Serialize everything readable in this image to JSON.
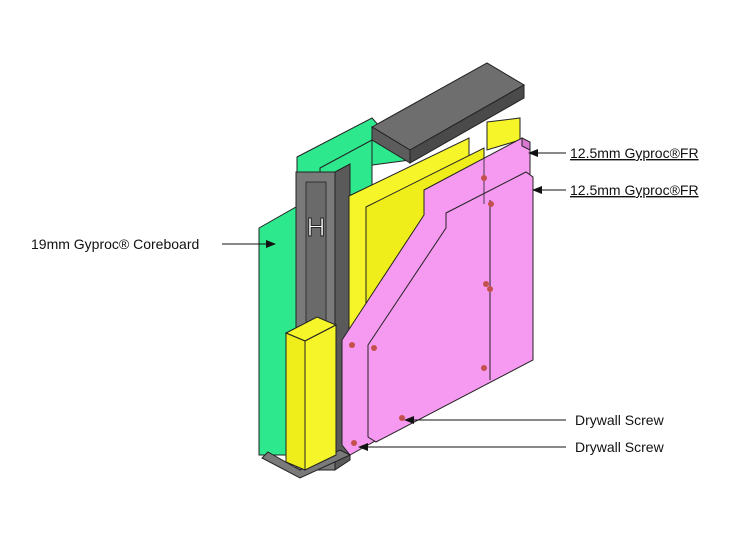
{
  "colors": {
    "board_green": "#2ee88e",
    "insulation_yellow": "#f6f52a",
    "gyproc_pink": "#f59af0",
    "steel_grey": "#6e6e6e",
    "screw": "#c4504e",
    "outline": "#222222"
  },
  "labels": {
    "coreboard": "19mm Gyproc® Coreboard",
    "fr_layer_1": "12.5mm Gyproc®FR",
    "fr_layer_2": "12.5mm Gyproc®FR",
    "screw_1": "Drywall Screw",
    "screw_2": "Drywall Screw"
  }
}
